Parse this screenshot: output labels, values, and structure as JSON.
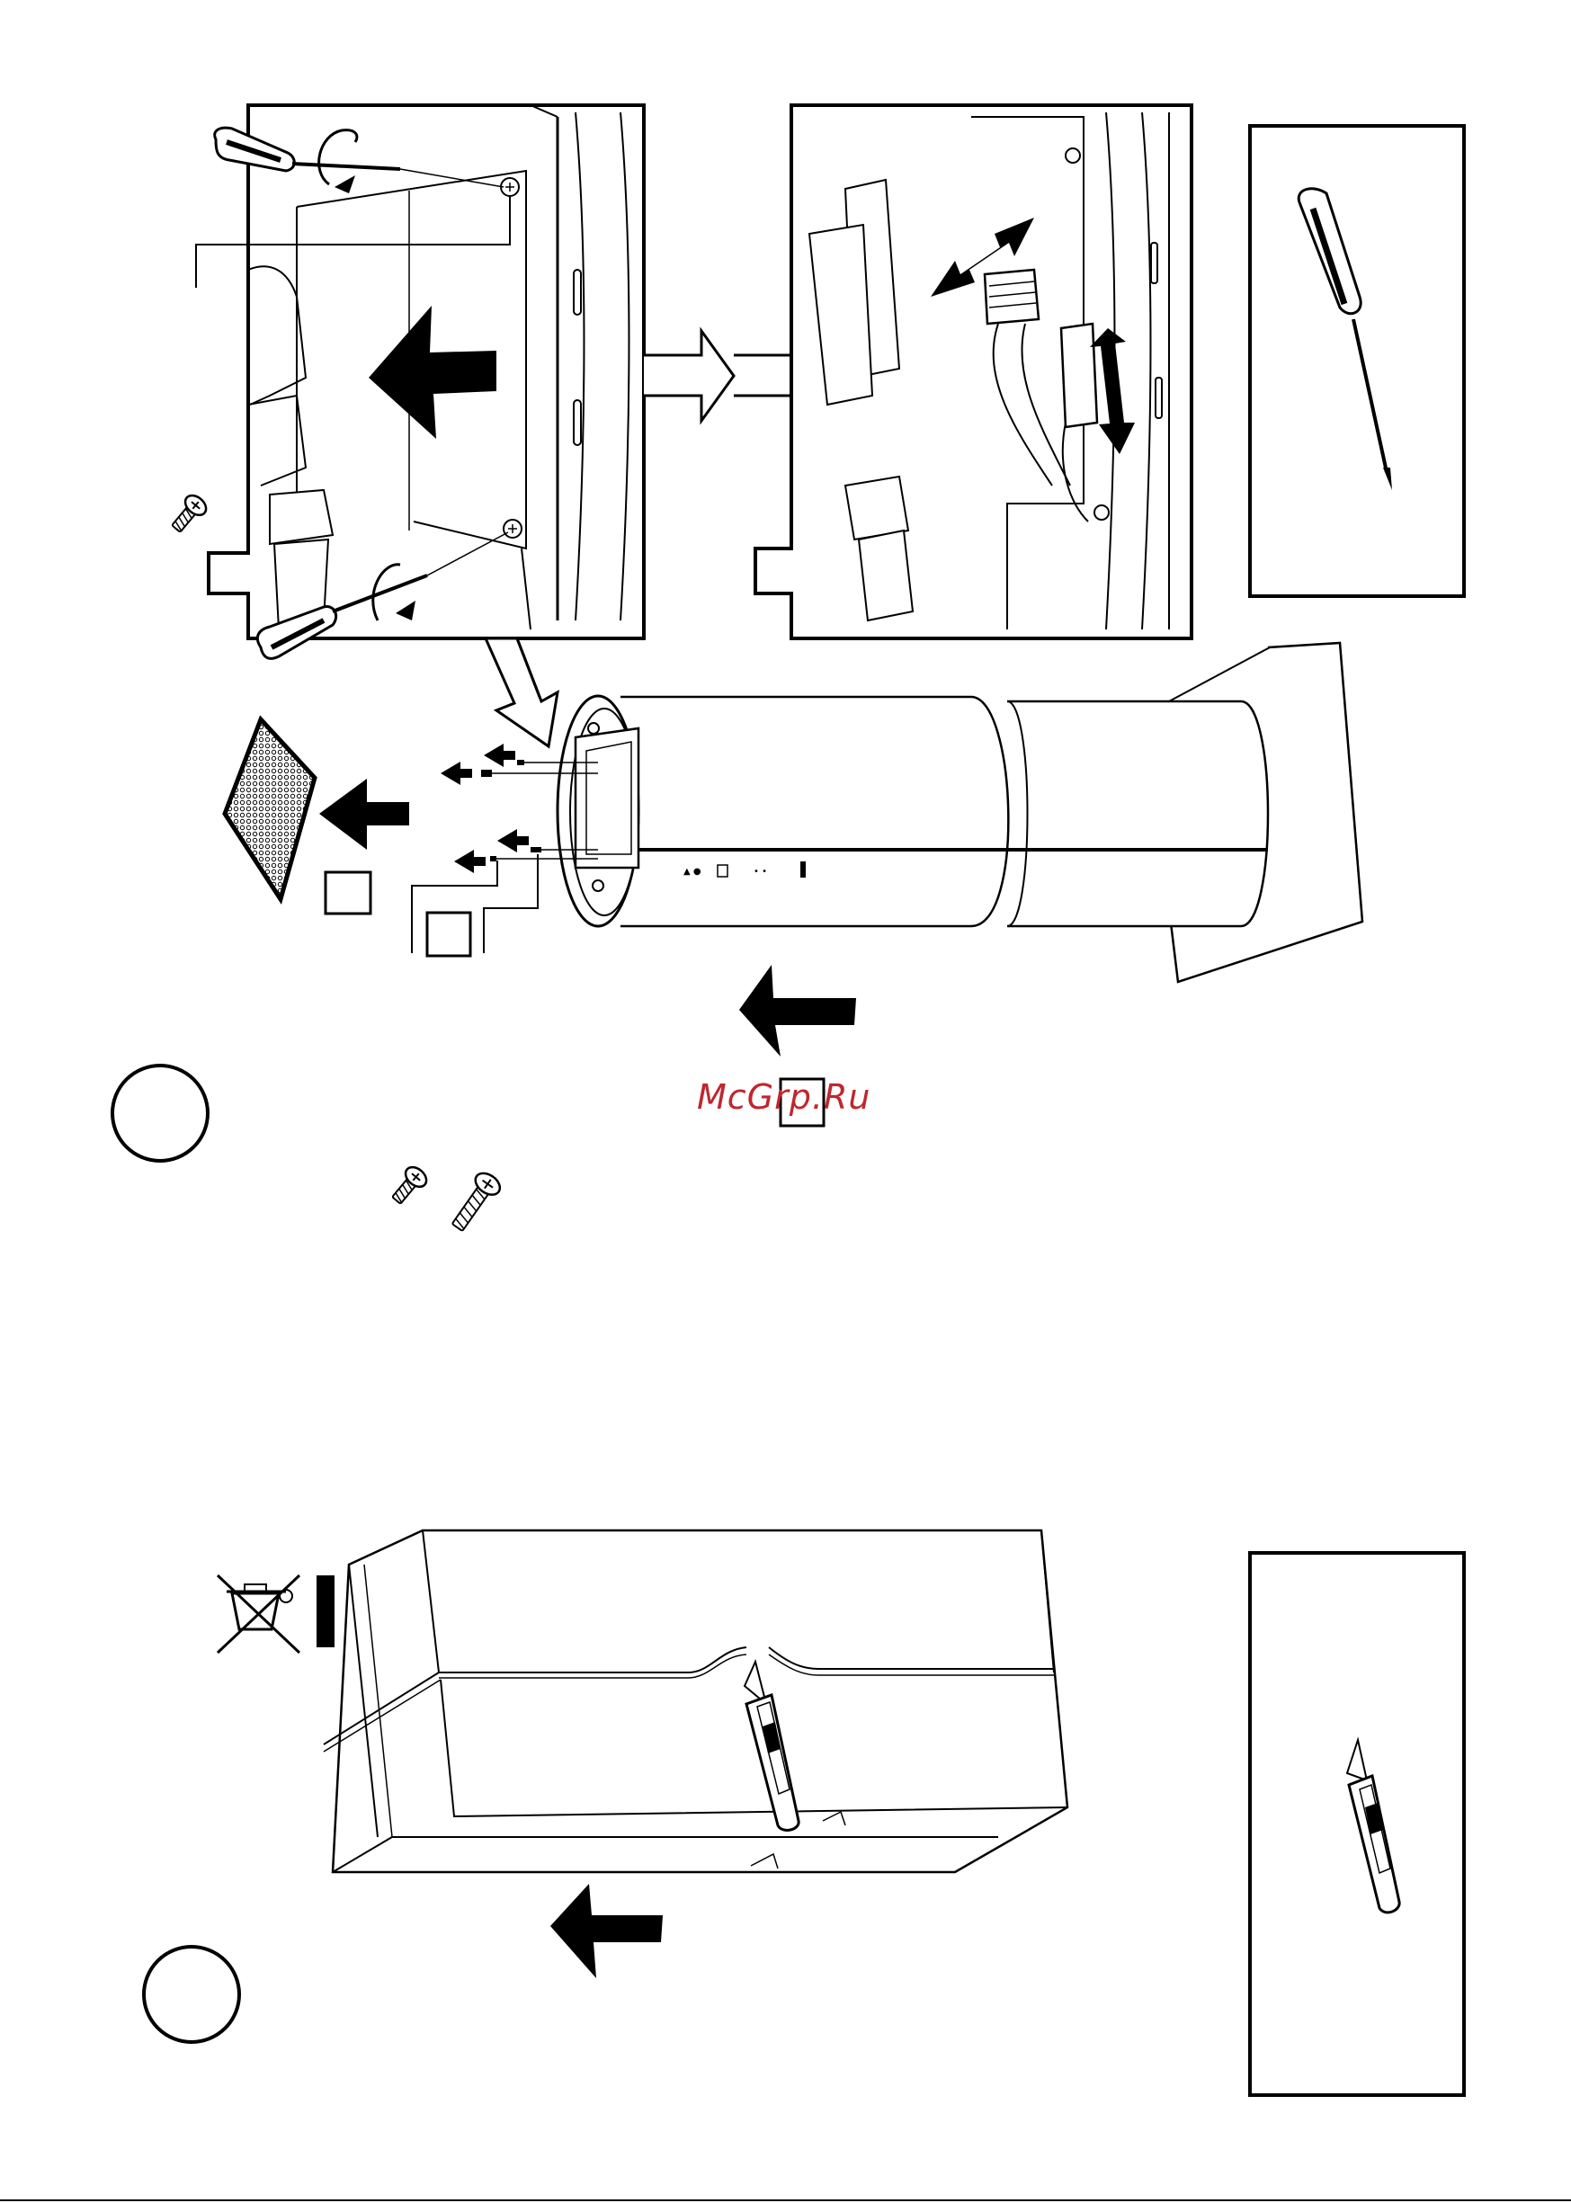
{
  "document": {
    "type": "installation illustration page",
    "watermark": "McGrp.Ru",
    "watermark_color": "#c0262d",
    "ink_color": "#000000",
    "background_color": "#ffffff",
    "steps": [
      {
        "name": "step-1",
        "marker": ""
      },
      {
        "name": "step-2",
        "marker": ""
      }
    ],
    "tools": [
      "screwdriver-icon",
      "utility-knife-icon"
    ],
    "icons": [
      "screw-icon",
      "weee-bin-icon",
      "arrow-icon",
      "rotate-arrow-icon"
    ]
  }
}
